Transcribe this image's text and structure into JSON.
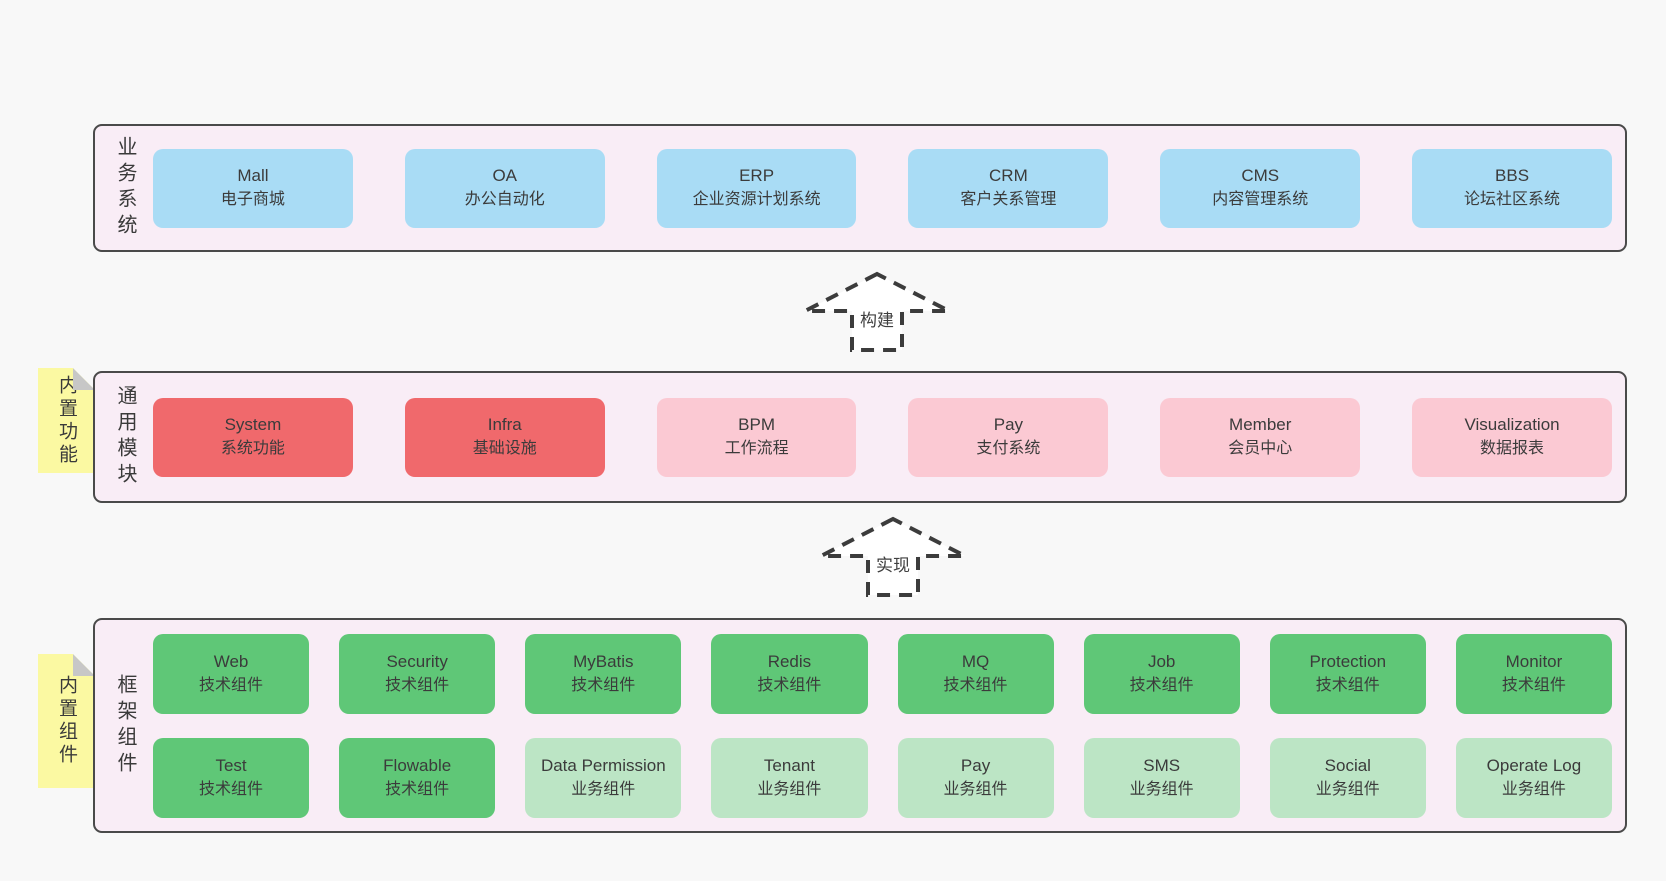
{
  "colors": {
    "page_bg": "#f8f8f8",
    "section_bg": "#f9edf6",
    "section_border": "#4a4a4a",
    "box_blue": "#a9dcf5",
    "box_red": "#f0696c",
    "box_pink": "#fbc9d3",
    "box_green": "#5fc777",
    "box_light_green": "#bce5c5",
    "sticky_note_yellow": "#fbf9a2",
    "sticky_note_fold": "#c7c7c7",
    "arrow_stroke": "#3c3c3c"
  },
  "arrows": {
    "build": "构建",
    "implement": "实现"
  },
  "business": {
    "label": "业务系统",
    "boxes": [
      {
        "name": "Mall",
        "desc": "电子商城"
      },
      {
        "name": "OA",
        "desc": "办公自动化"
      },
      {
        "name": "ERP",
        "desc": "企业资源计划系统"
      },
      {
        "name": "CRM",
        "desc": "客户关系管理"
      },
      {
        "name": "CMS",
        "desc": "内容管理系统"
      },
      {
        "name": "BBS",
        "desc": "论坛社区系统"
      }
    ]
  },
  "modules": {
    "label": "通用模块",
    "tab": "内置功能",
    "boxes": [
      {
        "name": "System",
        "desc": "系统功能"
      },
      {
        "name": "Infra",
        "desc": "基础设施"
      },
      {
        "name": "BPM",
        "desc": "工作流程"
      },
      {
        "name": "Pay",
        "desc": "支付系统"
      },
      {
        "name": "Member",
        "desc": "会员中心"
      },
      {
        "name": "Visualization",
        "desc": "数据报表"
      }
    ]
  },
  "components": {
    "label": "框架组件",
    "tab": "内置组件",
    "row1": [
      {
        "name": "Web",
        "desc": "技术组件"
      },
      {
        "name": "Security",
        "desc": "技术组件"
      },
      {
        "name": "MyBatis",
        "desc": "技术组件"
      },
      {
        "name": "Redis",
        "desc": "技术组件"
      },
      {
        "name": "MQ",
        "desc": "技术组件"
      },
      {
        "name": "Job",
        "desc": "技术组件"
      },
      {
        "name": "Protection",
        "desc": "技术组件"
      },
      {
        "name": "Monitor",
        "desc": "技术组件"
      }
    ],
    "row2": [
      {
        "name": "Test",
        "desc": "技术组件"
      },
      {
        "name": "Flowable",
        "desc": "技术组件"
      },
      {
        "name": "Data Permission",
        "desc": "业务组件"
      },
      {
        "name": "Tenant",
        "desc": "业务组件"
      },
      {
        "name": "Pay",
        "desc": "业务组件"
      },
      {
        "name": "SMS",
        "desc": "业务组件"
      },
      {
        "name": "Social",
        "desc": "业务组件"
      },
      {
        "name": "Operate Log",
        "desc": "业务组件"
      }
    ]
  }
}
